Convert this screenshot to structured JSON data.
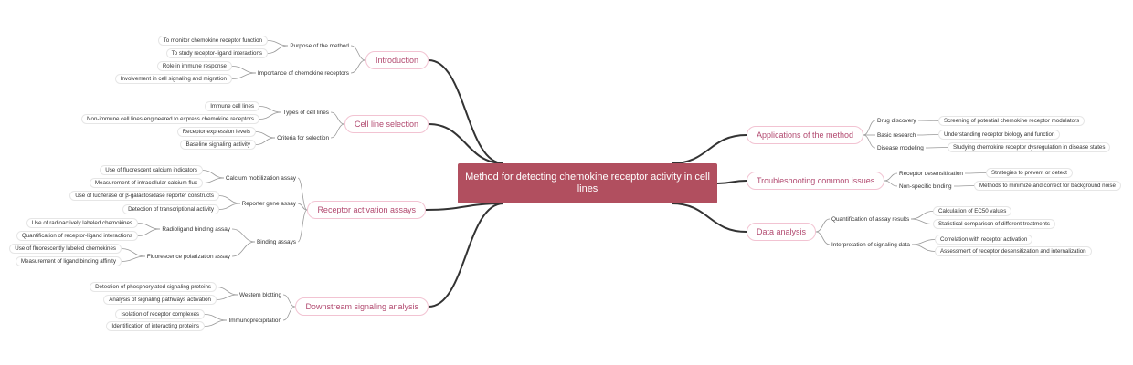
{
  "root": "Method for detecting chemokine receptor activity in cell lines",
  "topics": {
    "introduction": {
      "label": "Introduction",
      "purpose": {
        "label": "Purpose of the method",
        "leaves": [
          "To monitor chemokine receptor function",
          "To study receptor-ligand interactions"
        ]
      },
      "importance": {
        "label": "Importance of chemokine receptors",
        "leaves": [
          "Role in immune response",
          "Involvement in cell signaling and migration"
        ]
      }
    },
    "cell_line_selection": {
      "label": "Cell line selection",
      "types": {
        "label": "Types of cell lines",
        "leaves": [
          "Immune cell lines",
          "Non-immune cell lines engineered to express chemokine receptors"
        ]
      },
      "criteria": {
        "label": "Criteria for selection",
        "leaves": [
          "Receptor expression levels",
          "Baseline signaling activity"
        ]
      }
    },
    "receptor_activation_assays": {
      "label": "Receptor activation assays",
      "calcium": {
        "label": "Calcium mobilization assay",
        "leaves": [
          "Use of fluorescent calcium indicators",
          "Measurement of intracellular calcium flux"
        ]
      },
      "reporter": {
        "label": "Reporter gene assay",
        "leaves": [
          "Use of luciferase or β-galactosidase reporter constructs",
          "Detection of transcriptional activity"
        ]
      },
      "binding": {
        "label": "Binding assays",
        "radioligand": {
          "label": "Radioligand binding assay",
          "leaves": [
            "Use of radioactively labeled chemokines",
            "Quantification of receptor-ligand interactions"
          ]
        },
        "fluorescence": {
          "label": "Fluorescence polarization assay",
          "leaves": [
            "Use of fluorescently labeled chemokines",
            "Measurement of ligand binding affinity"
          ]
        }
      }
    },
    "downstream_signaling": {
      "label": "Downstream signaling analysis",
      "western": {
        "label": "Western blotting",
        "leaves": [
          "Detection of phosphorylated signaling proteins",
          "Analysis of signaling pathways activation"
        ]
      },
      "immuno": {
        "label": "Immunoprecipitation",
        "leaves": [
          "Isolation of receptor complexes",
          "Identification of interacting proteins"
        ]
      }
    },
    "applications": {
      "label": "Applications of the method",
      "drug": {
        "label": "Drug discovery",
        "leaves": [
          "Screening of potential chemokine receptor modulators"
        ]
      },
      "basic": {
        "label": "Basic research",
        "leaves": [
          "Understanding receptor biology and function"
        ]
      },
      "disease": {
        "label": "Disease modeling",
        "leaves": [
          "Studying chemokine receptor dysregulation in disease states"
        ]
      }
    },
    "troubleshooting": {
      "label": "Troubleshooting common issues",
      "desens": {
        "label": "Receptor desensitization",
        "leaves": [
          "Strategies to prevent or detect"
        ]
      },
      "nonspecific": {
        "label": "Non-specific binding",
        "leaves": [
          "Methods to minimize and correct for background noise"
        ]
      }
    },
    "data_analysis": {
      "label": "Data analysis",
      "quant": {
        "label": "Quantification of assay results",
        "leaves": [
          "Calculation of EC50 values",
          "Statistical comparison of different treatments"
        ]
      },
      "interp": {
        "label": "Interpretation of signaling data",
        "leaves": [
          "Correlation with receptor activation",
          "Assessment of receptor desensitization and internalization"
        ]
      }
    }
  },
  "colors": {
    "root_fill": "#b14f5f",
    "topic_border": "#f2c3d2",
    "topic_text": "#b24a70",
    "leaf_border": "#e6e6e6",
    "line_main": "#333333",
    "line_minor": "#999999"
  }
}
